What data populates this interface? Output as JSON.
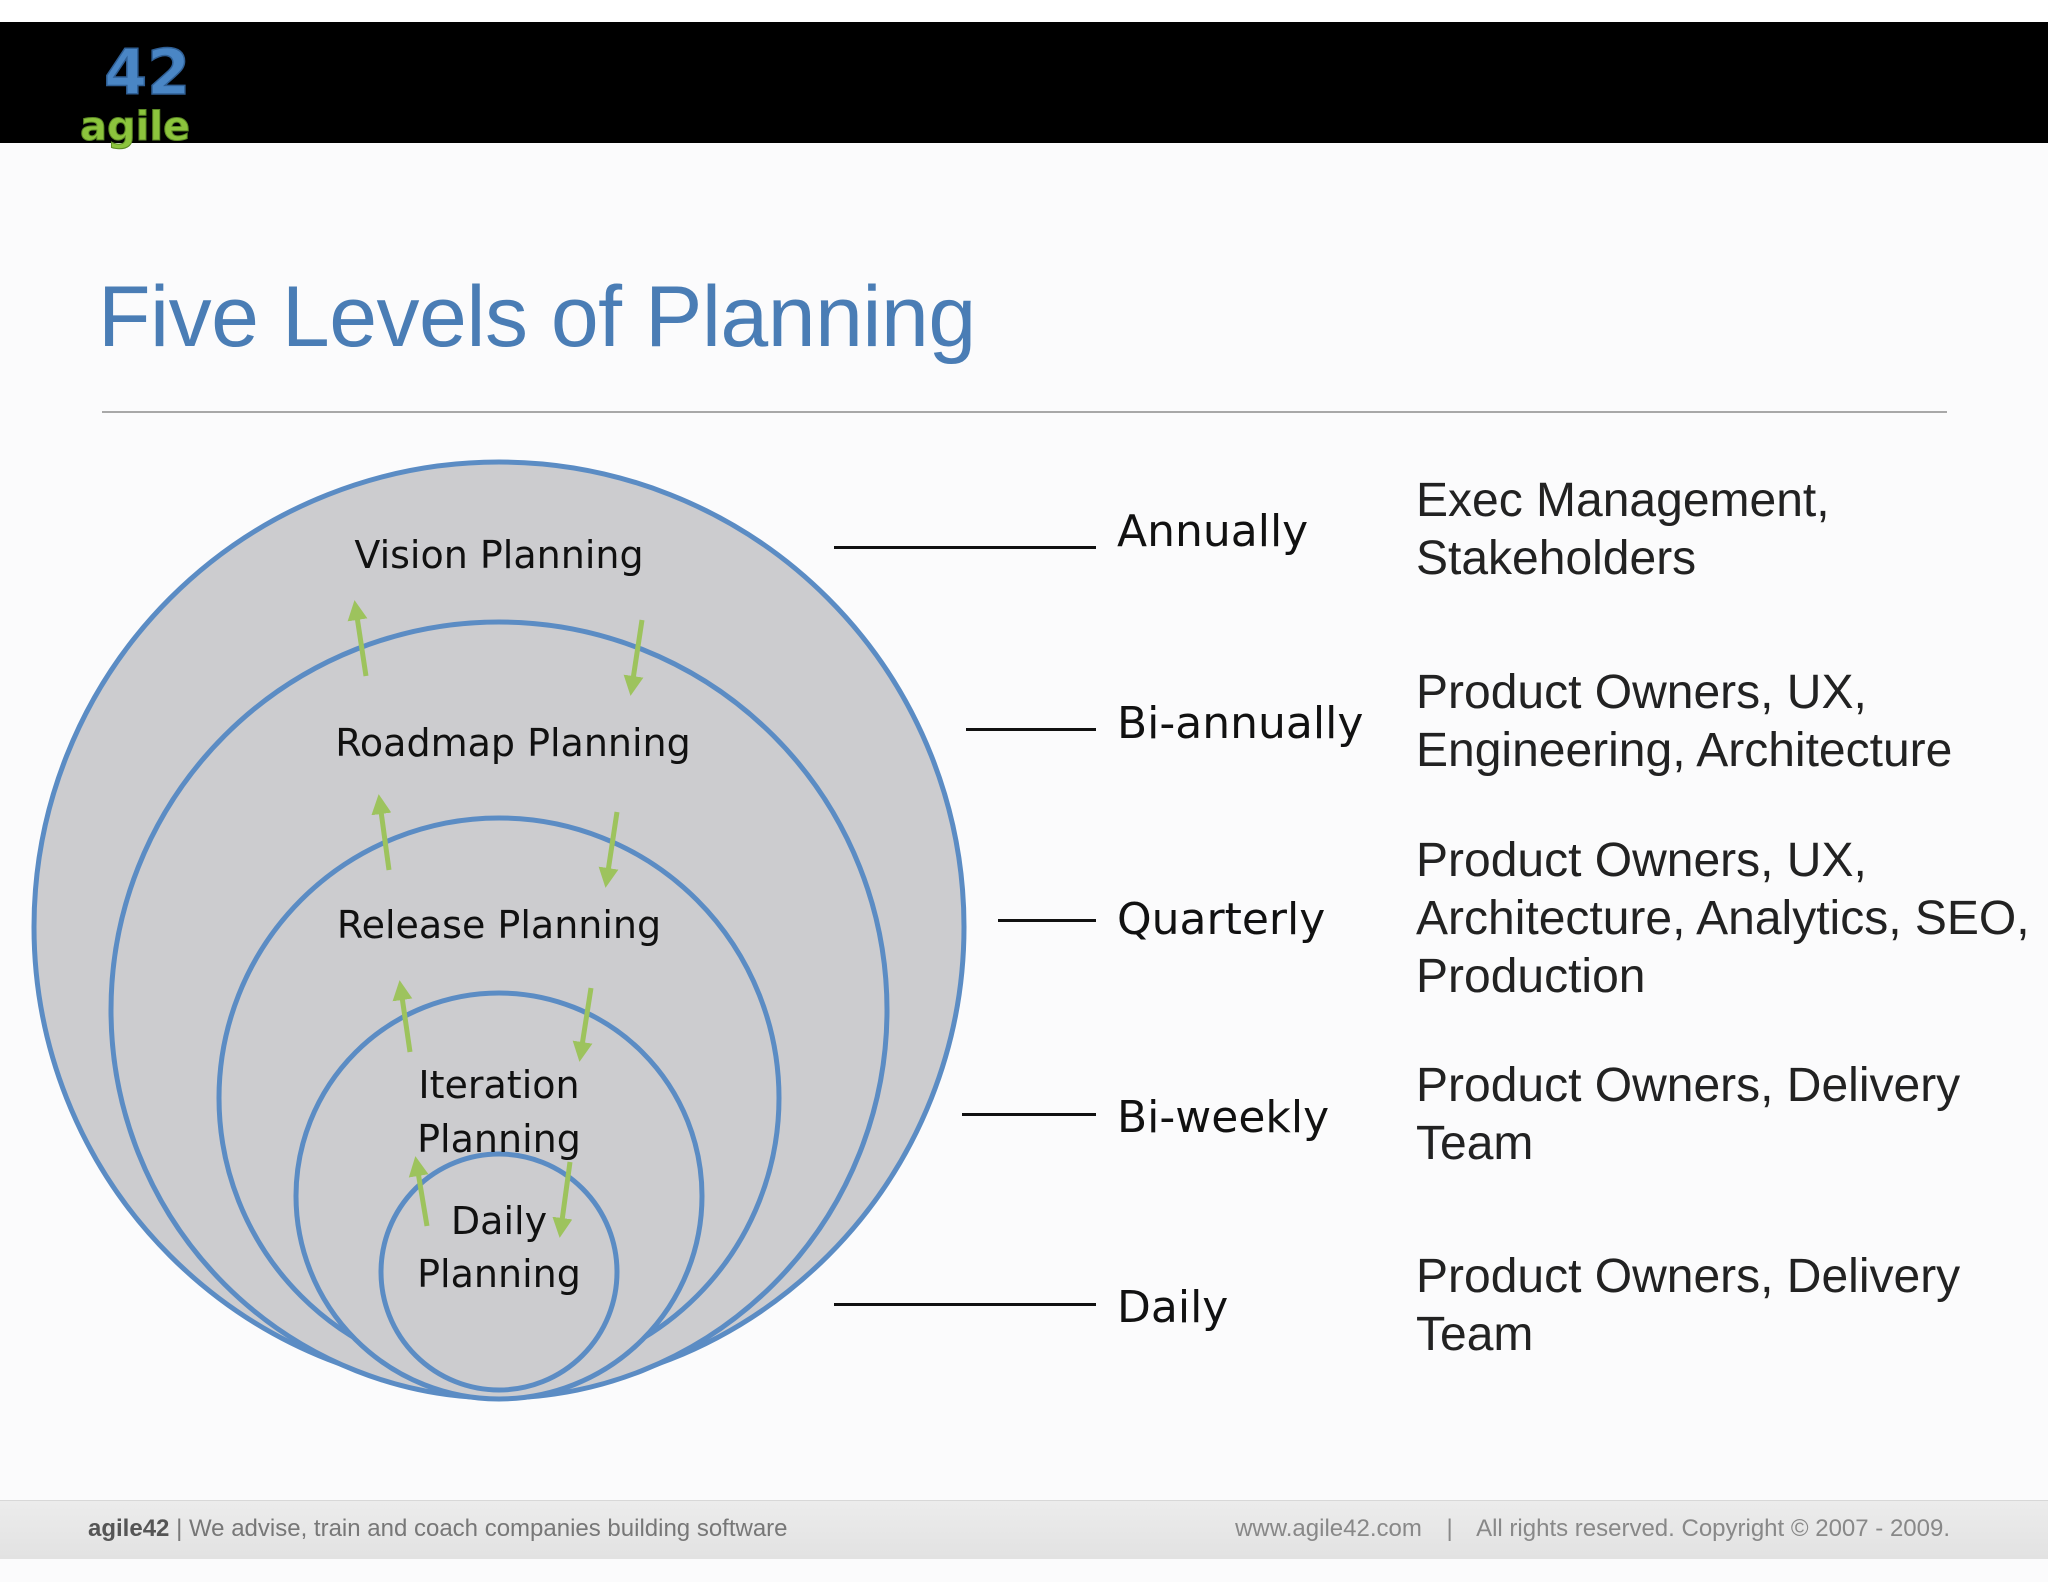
{
  "logo": {
    "number": "42",
    "word": "agile"
  },
  "title": "Five Levels of Planning",
  "levels": [
    {
      "circle_label": [
        "Vision Planning"
      ],
      "frequency": "Annually",
      "participants": "Exec Management,\nStakeholders"
    },
    {
      "circle_label": [
        "Roadmap Planning"
      ],
      "frequency": "Bi-annually",
      "participants": "Product Owners, UX,\nEngineering,  Architecture"
    },
    {
      "circle_label": [
        "Release Planning"
      ],
      "frequency": "Quarterly",
      "participants": "Product Owners, UX,\nArchitecture,  Analytics, SEO,\nProduction"
    },
    {
      "circle_label": [
        "Iteration",
        "Planning"
      ],
      "frequency": "Bi-weekly",
      "participants": "Product Owners, Delivery\nTeam"
    },
    {
      "circle_label": [
        "Daily",
        "Planning"
      ],
      "frequency": "Daily",
      "participants": "Product Owners, Delivery\nTeam"
    }
  ],
  "footer": {
    "brand": "agile42",
    "tagline": "| We advise, train and coach companies building software",
    "url": "www.agile42.com",
    "divider": "|",
    "copyright": "All rights reserved. Copyright © 2007 - 2009."
  },
  "colors": {
    "title": "#4a7db5",
    "circle_fill": "#cccccf",
    "circle_stroke": "#5b8cc4",
    "arrow": "#9dc35d",
    "header": "#000000"
  }
}
